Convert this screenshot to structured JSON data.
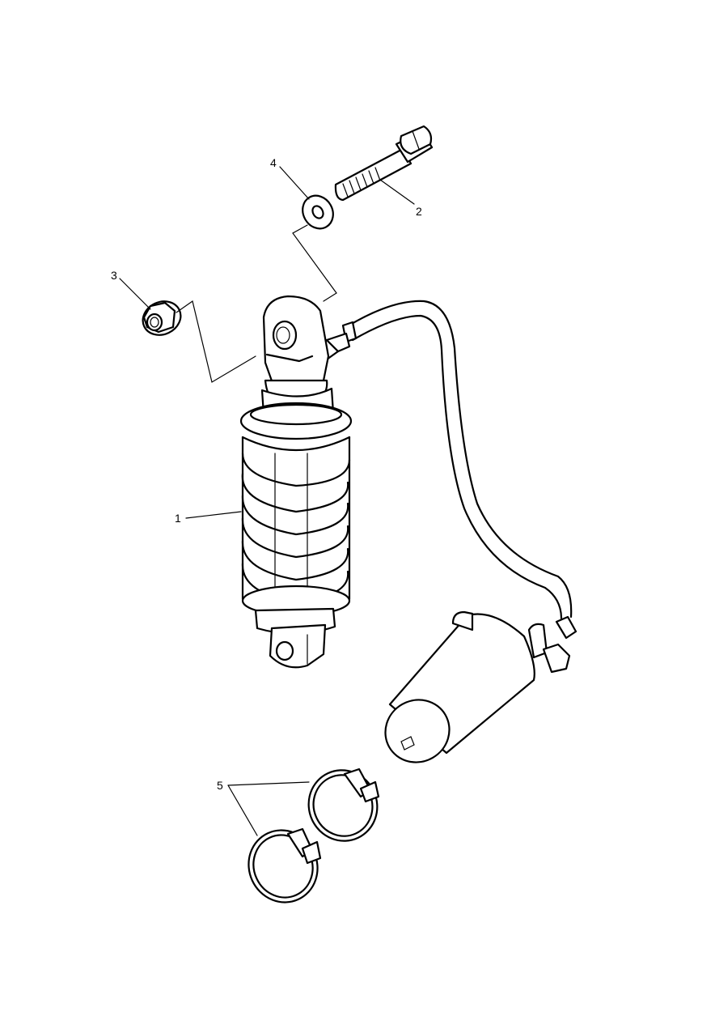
{
  "callouts": {
    "shock_absorber": "1",
    "bolt": "2",
    "nut": "3",
    "washer": "4",
    "hose_clips": "5"
  }
}
